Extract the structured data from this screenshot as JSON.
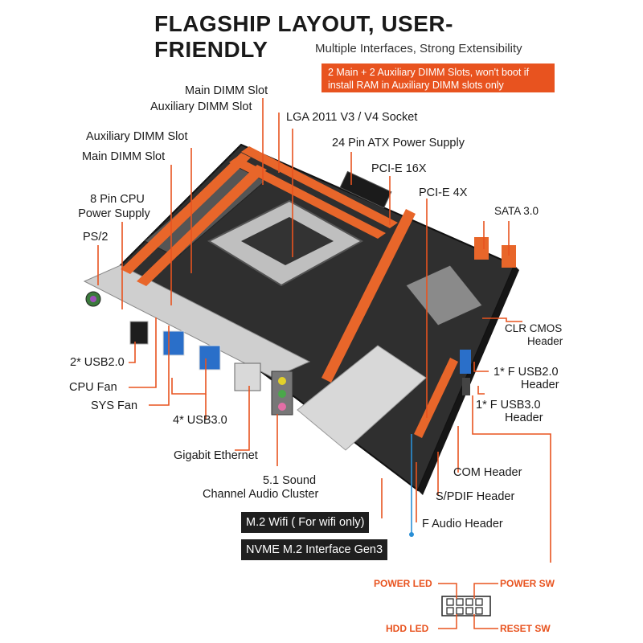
{
  "header": {
    "title": "FLAGSHIP LAYOUT, USER- FRIENDLY",
    "subtitle": "Multiple Interfaces, Strong Extensibility",
    "notice": "2 Main + 2 Auxiliary DIMM Slots, won't boot if install RAM in Auxiliary DIMM slots only"
  },
  "labels": {
    "main_dimm_top": "Main DIMM Slot",
    "aux_dimm_top": "Auxiliary DIMM Slot",
    "lga_socket": "LGA 2011 V3 / V4 Socket",
    "atx_power": "24 Pin ATX Power Supply",
    "pcie16": "PCI-E 16X",
    "pcie4": "PCI-E 4X",
    "sata": "SATA 3.0",
    "aux_dimm_left": "Auxiliary DIMM Slot",
    "main_dimm_left": "Main DIMM Slot",
    "cpu_power_1": "8 Pin CPU",
    "cpu_power_2": "Power Supply",
    "ps2": "PS/2",
    "clr_cmos_1": "CLR CMOS",
    "clr_cmos_2": "Header",
    "usb2": "2* USB2.0",
    "cpu_fan": "CPU Fan",
    "sys_fan": "SYS Fan",
    "usb3": "4* USB3.0",
    "f_usb2_1": "1* F USB2.0",
    "f_usb2_2": "Header",
    "f_usb3_1": "1* F USB3.0",
    "f_usb3_2": "Header",
    "ethernet": "Gigabit Ethernet",
    "sound_1": "5.1 Sound",
    "sound_2": "Channel Audio Cluster",
    "com": "COM Header",
    "spdif": "S/PDIF Header",
    "f_audio": "F Audio Header",
    "m2_wifi": "M.2 Wifi ( For wifi only)",
    "nvme": "NVME M.2 Interface Gen3"
  },
  "pinout": {
    "power_led": "POWER LED",
    "power_sw": "POWER SW",
    "hdd_led": "HDD  LED",
    "reset_sw": "RESET SW"
  },
  "colors": {
    "accent": "#e8531f",
    "board": "#2b2b2b",
    "dimm": "#e8662a",
    "pcie": "#e8662a",
    "usb3_port": "#2a6fc9",
    "leader": "#e8531f",
    "leader_blue": "#2a8fd6"
  }
}
